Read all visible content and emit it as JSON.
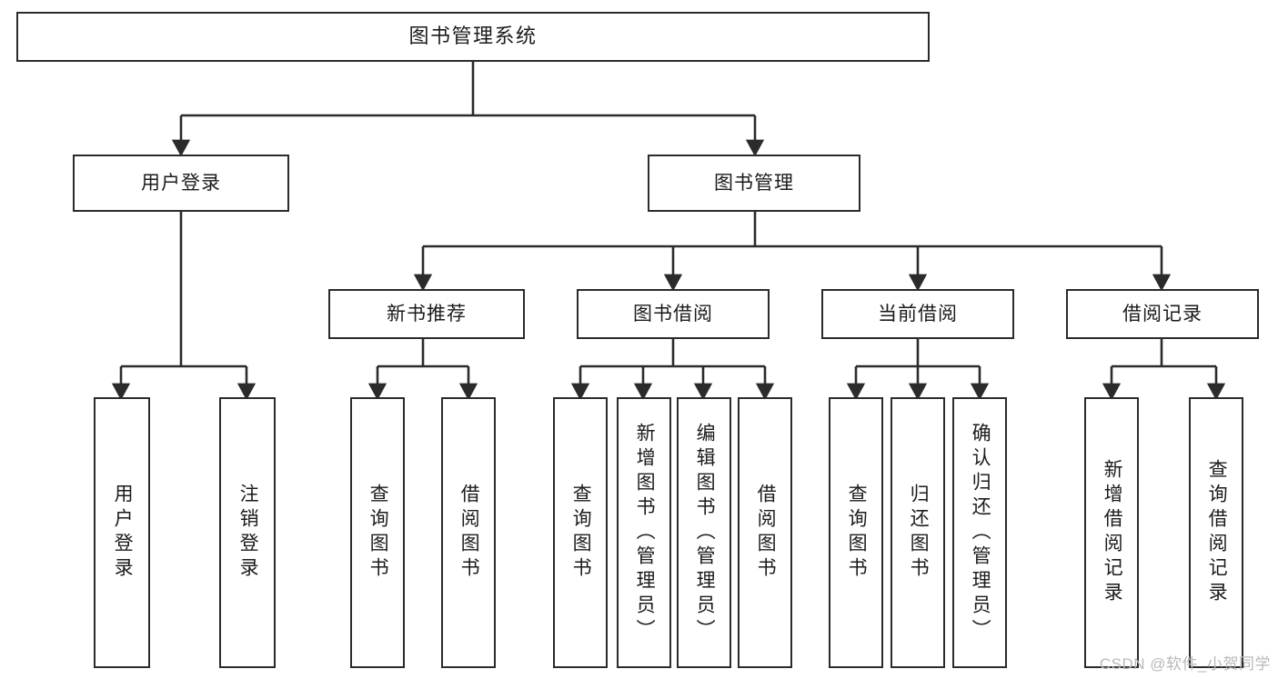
{
  "diagram": {
    "title": "图书管理系统",
    "type": "tree",
    "watermark": "CSDN @软件_小贺同学",
    "colors": {
      "stroke": "#2b2b2b",
      "fill": "#ffffff",
      "text": "#1b1b1b",
      "watermark": "#b9b9b9"
    },
    "root": {
      "label": "图书管理系统"
    },
    "level2": [
      {
        "label": "用户登录"
      },
      {
        "label": "图书管理"
      }
    ],
    "level3": [
      {
        "label": "新书推荐"
      },
      {
        "label": "图书借阅"
      },
      {
        "label": "当前借阅"
      },
      {
        "label": "借阅记录"
      }
    ],
    "leaves": [
      {
        "label": "用户登录",
        "parent": "用户登录"
      },
      {
        "label": "注销登录",
        "parent": "用户登录"
      },
      {
        "label": "查询图书",
        "parent": "新书推荐"
      },
      {
        "label": "借阅图书",
        "parent": "新书推荐"
      },
      {
        "label": "查询图书",
        "parent": "图书借阅"
      },
      {
        "label": "新增图书（管理员）",
        "parent": "图书借阅"
      },
      {
        "label": "编辑图书（管理员）",
        "parent": "图书借阅"
      },
      {
        "label": "借阅图书",
        "parent": "图书借阅"
      },
      {
        "label": "查询图书",
        "parent": "当前借阅"
      },
      {
        "label": "归还图书",
        "parent": "当前借阅"
      },
      {
        "label": "确认归还（管理员）",
        "parent": "当前借阅"
      },
      {
        "label": "新增借阅记录",
        "parent": "借阅记录"
      },
      {
        "label": "查询借阅记录",
        "parent": "借阅记录"
      }
    ]
  }
}
